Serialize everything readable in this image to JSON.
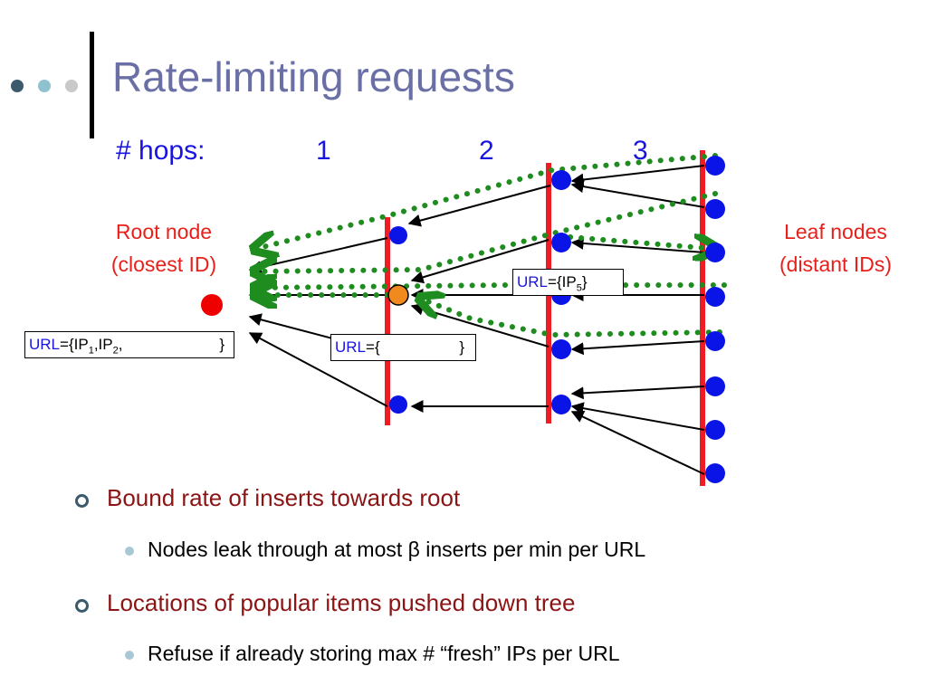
{
  "title": "Rate-limiting requests",
  "hops": {
    "label": "# hops:",
    "numbers": [
      "1",
      "2",
      "3"
    ]
  },
  "root": {
    "line1": "Root node",
    "line2": "(closest ID)"
  },
  "leaf": {
    "line1": "Leaf nodes",
    "line2": "(distant IDs)"
  },
  "url_boxes": {
    "root": {
      "keyword": "URL",
      "text": "={IP",
      "s1": "1",
      "mid": ",IP",
      "s2": "2",
      "tail": ",",
      "end": "}"
    },
    "mid": {
      "keyword": "URL",
      "text": "={",
      "end": "}"
    },
    "level2": {
      "keyword": "URL",
      "text": "={IP",
      "s1": "5",
      "end": "}"
    }
  },
  "bullets": [
    {
      "level": 1,
      "text": "Bound rate of inserts towards root"
    },
    {
      "level": 2,
      "text": "Nodes leak through at most β inserts per min per URL"
    },
    {
      "level": 1,
      "text": "Locations of popular items pushed down tree"
    },
    {
      "level": 2,
      "text": "Refuse if already storing max # “fresh” IPs per URL"
    }
  ],
  "colors": {
    "title": "#6a6fa6",
    "hops": "#1a14e0",
    "tree_line": "#ee1c24",
    "node": "#0a14e6",
    "root_node": "#ee0000",
    "highlight_node": "#f08a1e",
    "dotted_path": "#1e8c1e",
    "bullet_l1": "#8b1414",
    "bullet_l2": "#000000"
  }
}
